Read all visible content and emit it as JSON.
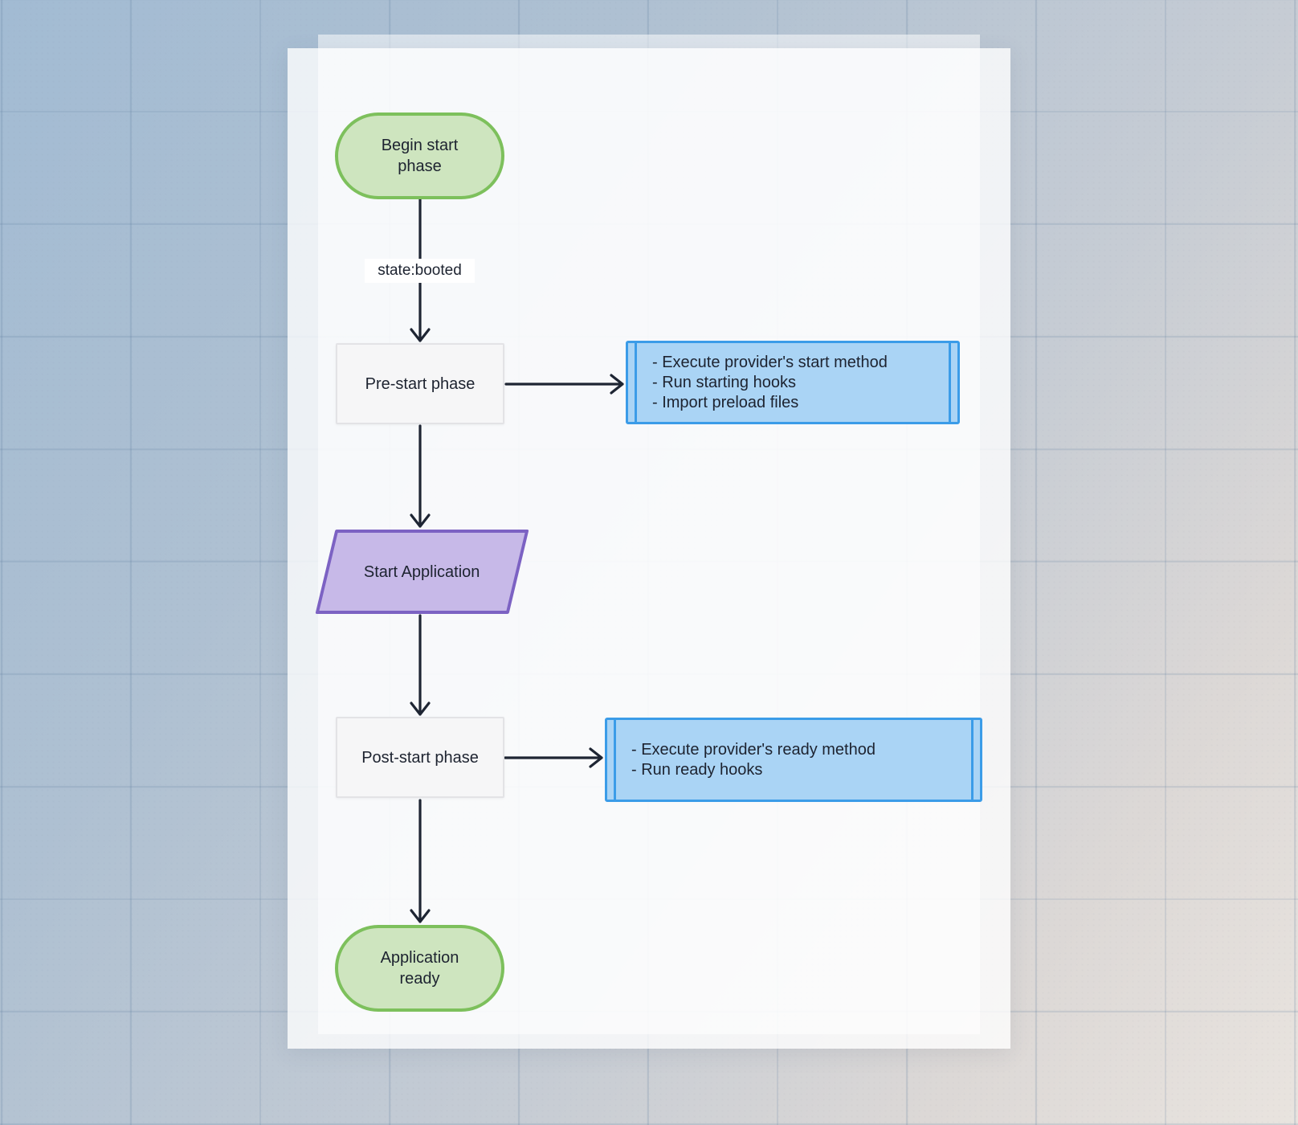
{
  "diagram": {
    "nodes": {
      "begin": {
        "label": "Begin start phase",
        "shape": "stadium"
      },
      "prestart": {
        "label": "Pre-start phase",
        "shape": "rectangle"
      },
      "start_application": {
        "label": "Start Application",
        "shape": "parallelogram"
      },
      "poststart": {
        "label": "Post-start phase",
        "shape": "rectangle"
      },
      "ready": {
        "label": "Application ready",
        "shape": "stadium"
      }
    },
    "edge_labels": {
      "booted": "state:booted"
    },
    "subroutines": {
      "prestart_actions": {
        "items": [
          "- Execute provider's start method",
          "- Run starting hooks",
          "- Import preload files"
        ]
      },
      "poststart_actions": {
        "items": [
          "- Execute provider's ready method",
          "- Run ready hooks"
        ]
      }
    },
    "colors": {
      "terminal_fill": "#cee5bf",
      "terminal_border": "#7dc05c",
      "process_fill": "#f6f6f7",
      "process_border": "#e3e3e6",
      "subroutine_fill": "#aad4f5",
      "subroutine_border": "#3b9ce8",
      "io_fill": "#c7b9e8",
      "io_border": "#7c62c3",
      "arrow": "#1e2533",
      "text": "#1d2330"
    }
  }
}
